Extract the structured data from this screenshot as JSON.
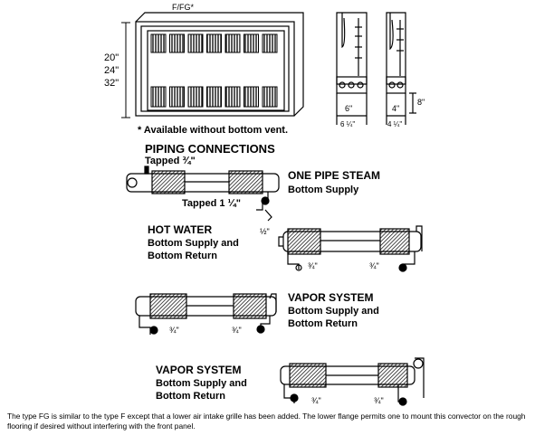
{
  "cabinet": {
    "model_label": "F/FG*",
    "heights": [
      "20\"",
      "24\"",
      "32\""
    ],
    "note": "* Available without bottom vent."
  },
  "side_views": [
    {
      "depth_inner": "6\"",
      "depth_outer": "6 ¼\""
    },
    {
      "depth_inner": "4\"",
      "depth_outer": "4 ¼\"",
      "height": "8\""
    }
  ],
  "piping": {
    "heading": "PIPING CONNECTIONS",
    "tapped_top": "Tapped ¾\"",
    "one_pipe": {
      "title": "ONE PIPE STEAM",
      "subtitle": "Bottom Supply",
      "tapped": "Tapped 1 ¼\""
    },
    "hot_water": {
      "title": "HOT WATER",
      "line1": "Bottom Supply and",
      "line2": "Bottom Return",
      "half": "½\"",
      "left": "¾\"",
      "right": "¾\""
    },
    "vapor1": {
      "title": "VAPOR SYSTEM",
      "line1": "Bottom Supply and",
      "line2": "Bottom Return",
      "left": "¾\"",
      "right": "¾\""
    },
    "vapor2": {
      "title": "VAPOR SYSTEM",
      "line1": "Bottom Supply and",
      "line2": "Bottom Return",
      "left": "¾\"",
      "right": "¾\""
    }
  },
  "caption": "The type FG is similar to the type F except that a lower air intake grille has been added. The lower flange permits one to mount this convector on the rough flooring if desired without interfering with the front panel."
}
